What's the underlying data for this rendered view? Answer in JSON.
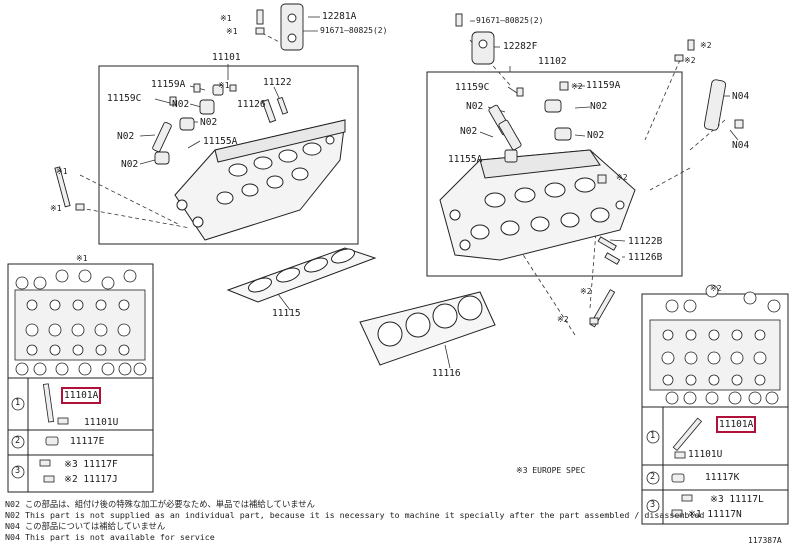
{
  "diagram": {
    "labels": {
      "p12281a": "12281A",
      "p91671_80825_l": "91671–80825(2)",
      "p91671_80825_r": "91671–80825(2)",
      "p12282f": "12282F",
      "p11101": "11101",
      "p11102": "11102",
      "p11159a_l": "11159A",
      "p11159c_l": "11159C",
      "p11122": "11122",
      "p11126": "11126",
      "p11155a_l": "11155A",
      "p11159c_r": "11159C",
      "p11159a_r": "11159A",
      "p11155a_r": "11155A",
      "p11122b": "11122B",
      "p11126b": "11126B",
      "p11115": "11115",
      "p11116": "11116",
      "n02": "N02",
      "n04": "N04",
      "x1": "※1",
      "x2": "※2"
    },
    "left_table": {
      "header": "※1",
      "rows": [
        {
          "num": "1",
          "parts": [
            "11101A",
            "11101U"
          ]
        },
        {
          "num": "2",
          "parts": [
            "11117E"
          ]
        },
        {
          "num": "3",
          "parts": [
            "※3 11117F",
            "※2 11117J"
          ]
        }
      ]
    },
    "right_table": {
      "header": "※2",
      "rows": [
        {
          "num": "1",
          "parts": [
            "11101A",
            "11101U"
          ]
        },
        {
          "num": "2",
          "parts": [
            "11117K"
          ]
        },
        {
          "num": "3",
          "parts": [
            "※3 11117L",
            "※1 11117N"
          ]
        }
      ]
    },
    "europe_note": "※3 EUROPE SPEC",
    "notes": [
      "N02  この部品は、組付け後の特殊な加工が必要なため、単品では補給していません",
      "N02  This part is not supplied as an individual part, because it is necessary to machine it specially after the part assembled / disassembled",
      "N04  この部品については補給していません",
      "N04  This part is not available for service"
    ],
    "figure_id": "117387A"
  }
}
